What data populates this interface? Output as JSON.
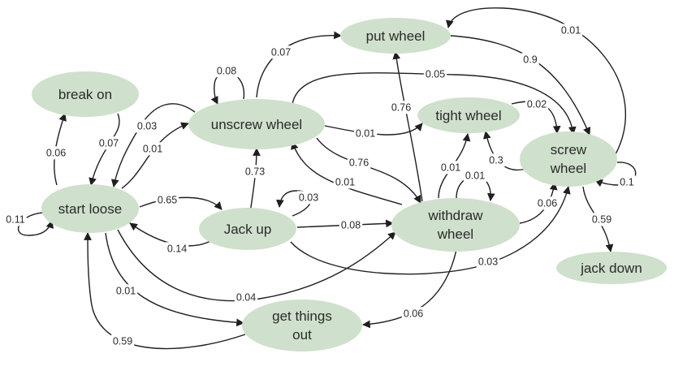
{
  "nodes": {
    "break_on": {
      "label": "break on"
    },
    "start_loose": {
      "label": "start loose"
    },
    "unscrew_wheel": {
      "label": "unscrew wheel"
    },
    "put_wheel": {
      "label": "put wheel"
    },
    "tight_wheel": {
      "label": "tight wheel"
    },
    "screw_wheel": {
      "label_line1": "screw",
      "label_line2": "wheel"
    },
    "jack_up": {
      "label": "Jack up"
    },
    "withdraw_wheel": {
      "label_line1": "withdraw",
      "label_line2": "wheel"
    },
    "jack_down": {
      "label": "jack down"
    },
    "get_things_out": {
      "label_line1": "get things",
      "label_line2": "out"
    }
  },
  "edges": [
    {
      "from": "start_loose",
      "to": "break_on",
      "label": "0.06"
    },
    {
      "from": "break_on",
      "to": "start_loose",
      "label": "0.07"
    },
    {
      "from": "start_loose",
      "to": "start_loose",
      "label": "0.11"
    },
    {
      "from": "unscrew_wheel",
      "to": "start_loose",
      "label": "0.03"
    },
    {
      "from": "start_loose",
      "to": "unscrew_wheel",
      "label": "0.01"
    },
    {
      "from": "start_loose",
      "to": "jack_up",
      "label": "0.65"
    },
    {
      "from": "jack_up",
      "to": "start_loose",
      "label": "0.14"
    },
    {
      "from": "start_loose",
      "to": "get_things_out",
      "label": "0.01"
    },
    {
      "from": "get_things_out",
      "to": "start_loose",
      "label": "0.59"
    },
    {
      "from": "start_loose",
      "to": "withdraw_wheel",
      "label": "0.04"
    },
    {
      "from": "unscrew_wheel",
      "to": "unscrew_wheel",
      "label": "0.08"
    },
    {
      "from": "unscrew_wheel",
      "to": "put_wheel",
      "label": "0.07"
    },
    {
      "from": "unscrew_wheel",
      "to": "screw_wheel",
      "label": "0.05"
    },
    {
      "from": "unscrew_wheel",
      "to": "tight_wheel",
      "label": "0.01"
    },
    {
      "from": "unscrew_wheel",
      "to": "withdraw_wheel",
      "label": "0.76"
    },
    {
      "from": "withdraw_wheel",
      "to": "unscrew_wheel",
      "label": "0.01"
    },
    {
      "from": "jack_up",
      "to": "unscrew_wheel",
      "label": "0.73"
    },
    {
      "from": "jack_up",
      "to": "jack_up",
      "label": "0.03"
    },
    {
      "from": "jack_up",
      "to": "withdraw_wheel",
      "label": "0.08"
    },
    {
      "from": "jack_up",
      "to": "screw_wheel",
      "label": "0.03"
    },
    {
      "from": "withdraw_wheel",
      "to": "put_wheel",
      "label": "0.76"
    },
    {
      "from": "withdraw_wheel",
      "to": "tight_wheel",
      "label": "0.01"
    },
    {
      "from": "tight_wheel",
      "to": "withdraw_wheel",
      "label": "0.01"
    },
    {
      "from": "withdraw_wheel",
      "to": "screw_wheel",
      "label": "0.06"
    },
    {
      "from": "withdraw_wheel",
      "to": "get_things_out",
      "label": "0.06"
    },
    {
      "from": "put_wheel",
      "to": "screw_wheel",
      "label": "0.9"
    },
    {
      "from": "screw_wheel",
      "to": "put_wheel",
      "label": "0.01"
    },
    {
      "from": "tight_wheel",
      "to": "screw_wheel",
      "label": "0.02"
    },
    {
      "from": "screw_wheel",
      "to": "tight_wheel",
      "label": "0.3"
    },
    {
      "from": "screw_wheel",
      "to": "screw_wheel",
      "label": "0.1"
    },
    {
      "from": "screw_wheel",
      "to": "jack_down",
      "label": "0.59"
    }
  ]
}
